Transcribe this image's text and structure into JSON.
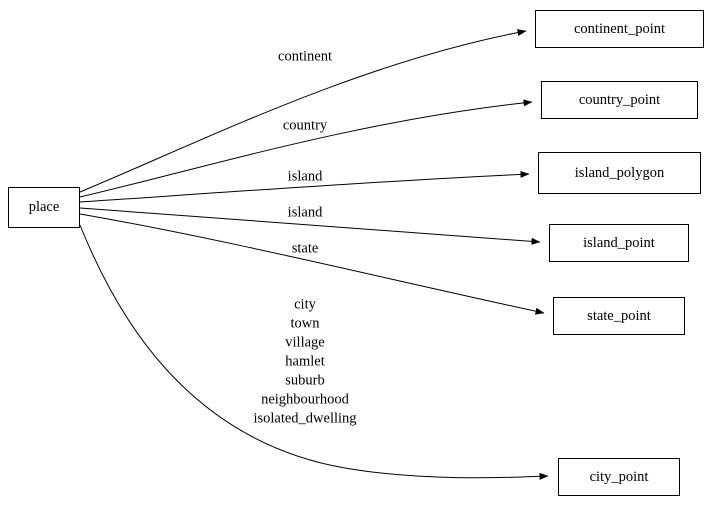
{
  "diagram": {
    "type": "graph",
    "source_node": {
      "label": "place"
    },
    "target_nodes": [
      {
        "label": "continent_point"
      },
      {
        "label": "country_point"
      },
      {
        "label": "island_polygon"
      },
      {
        "label": "island_point"
      },
      {
        "label": "state_point"
      },
      {
        "label": "city_point"
      }
    ],
    "edge_labels": [
      {
        "text": "continent"
      },
      {
        "text": "country"
      },
      {
        "text": "island"
      },
      {
        "text": "island"
      },
      {
        "text": "state"
      },
      {
        "lines": [
          "city",
          "town",
          "village",
          "hamlet",
          "suburb",
          "neighbourhood",
          "isolated_dwelling"
        ]
      }
    ],
    "colors": {
      "background": "#ffffff",
      "node_border": "#000000",
      "edge_stroke": "#000000",
      "text": "#000000"
    }
  }
}
